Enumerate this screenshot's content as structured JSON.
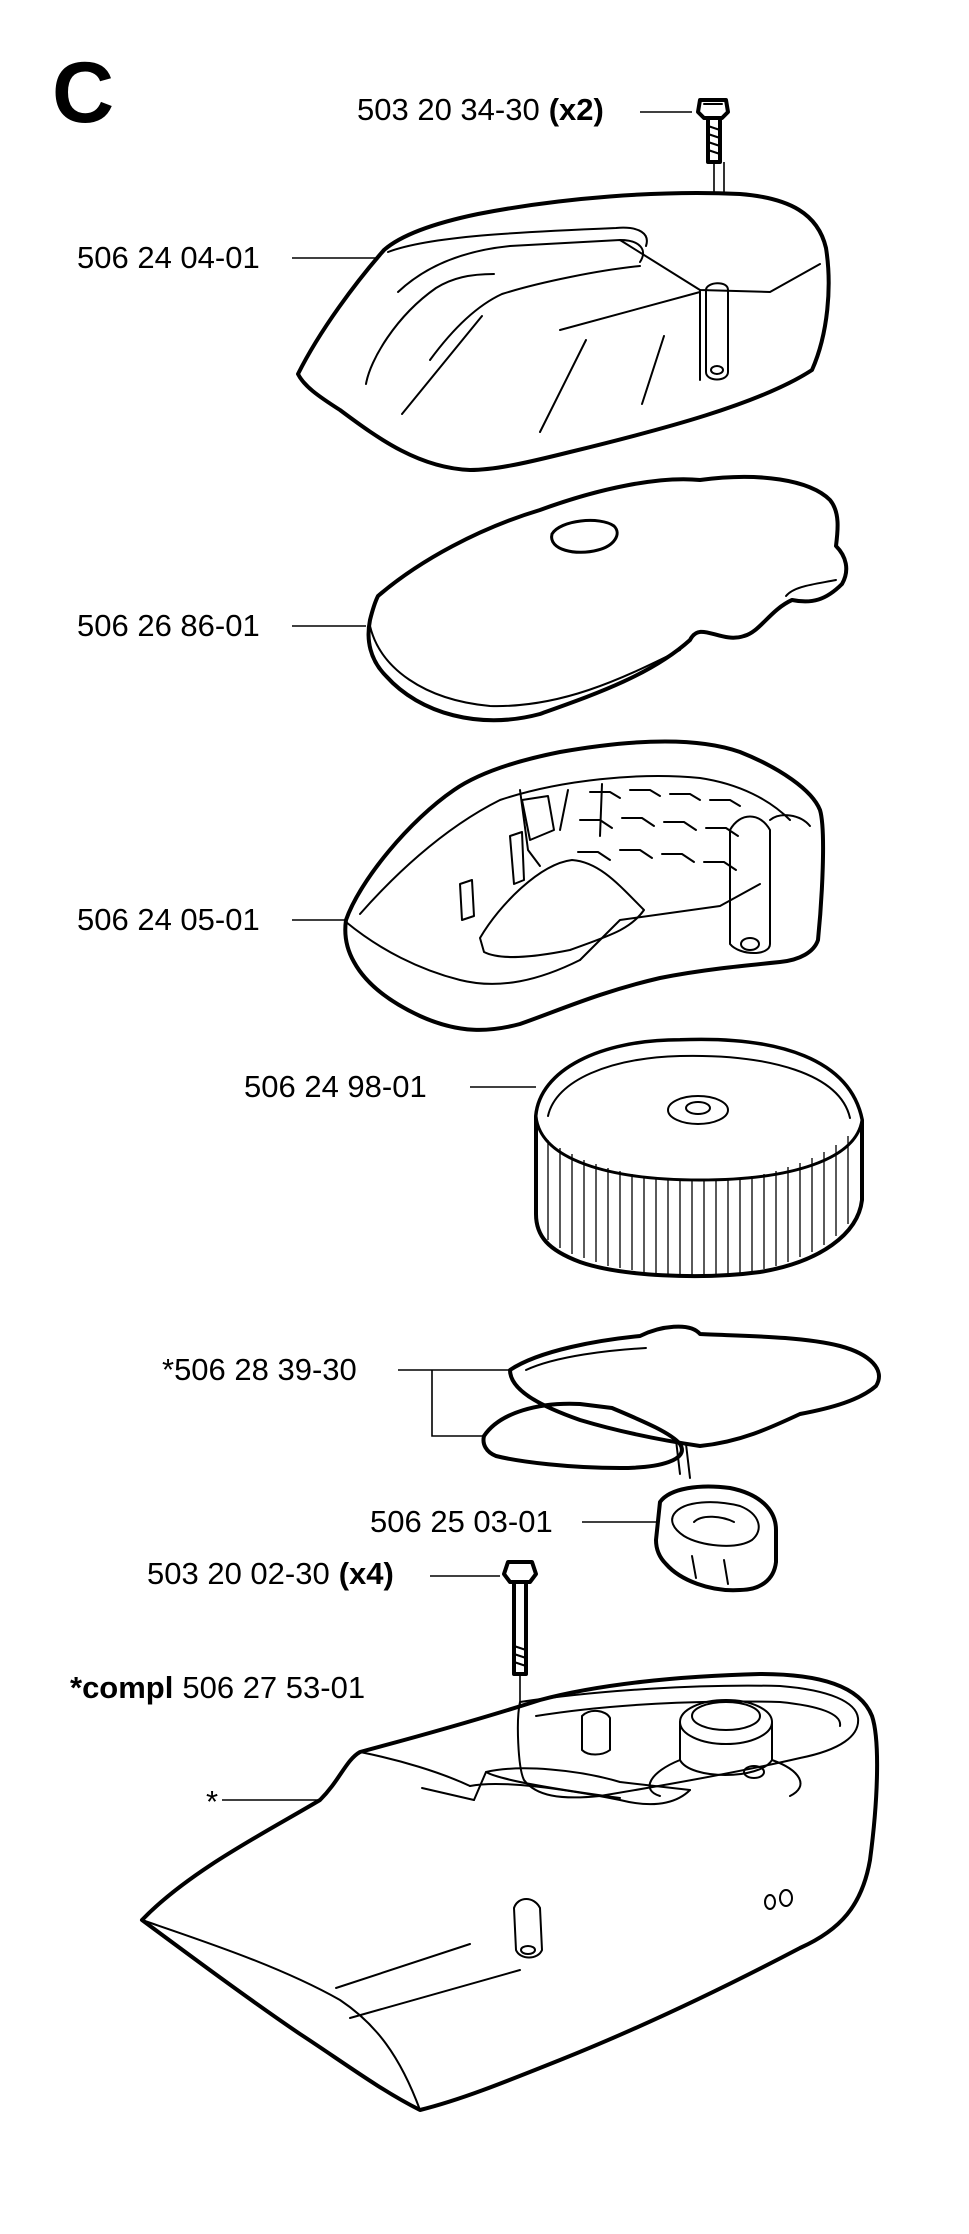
{
  "section_letter": "C",
  "parts": [
    {
      "id": "screw-top",
      "number": "503 20 34-30",
      "qty": "(x2)"
    },
    {
      "id": "air-filter-cover",
      "number": "506 24 04-01"
    },
    {
      "id": "foam-filter",
      "number": "506 26 86-01"
    },
    {
      "id": "filter-holder",
      "number": "506 24 05-01"
    },
    {
      "id": "air-filter",
      "number": "506 24 98-01"
    },
    {
      "id": "gasket-kit",
      "number": "*506 28 39-30"
    },
    {
      "id": "rubber-sleeve",
      "number": "506 25 03-01"
    },
    {
      "id": "screw-bottom",
      "number": "503 20 02-30",
      "qty": "(x4)"
    },
    {
      "id": "cylinder-cover",
      "prefix": "*compl",
      "number": "506 27 53-01",
      "marker": "*"
    }
  ]
}
